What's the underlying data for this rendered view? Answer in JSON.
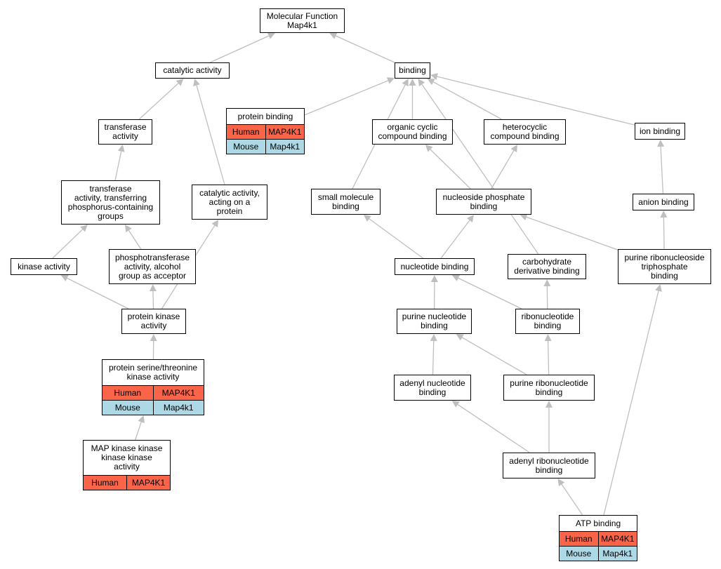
{
  "colors": {
    "edge": "#bfbfbf",
    "human": "#fa6448",
    "mouse": "#add8e6",
    "border": "#000000"
  },
  "nodes": {
    "mf": {
      "title": "Molecular Function\nMap4k1"
    },
    "catalytic": {
      "title": "catalytic activity"
    },
    "binding": {
      "title": "binding"
    },
    "protein_binding": {
      "title": "protein binding",
      "rows": [
        {
          "species": "Human",
          "gene": "MAP4K1"
        },
        {
          "species": "Mouse",
          "gene": "Map4k1"
        }
      ]
    },
    "transferase": {
      "title": "transferase\nactivity"
    },
    "organic_cyclic": {
      "title": "organic cyclic\ncompound binding"
    },
    "heterocyclic": {
      "title": "heterocyclic\ncompound binding"
    },
    "ion_binding": {
      "title": "ion binding"
    },
    "transferase_phos": {
      "title": "transferase\nactivity, transferring\nphosphorus-containing\ngroups"
    },
    "catalytic_protein": {
      "title": "catalytic activity,\nacting on a\nprotein"
    },
    "small_molecule": {
      "title": "small molecule\nbinding"
    },
    "nucleoside_phosphate": {
      "title": "nucleoside phosphate\nbinding"
    },
    "anion_binding": {
      "title": "anion binding"
    },
    "kinase_activity": {
      "title": "kinase activity"
    },
    "phosphotransferase": {
      "title": "phosphotransferase\nactivity, alcohol\ngroup as acceptor"
    },
    "nucleotide_binding": {
      "title": "nucleotide binding"
    },
    "carbohydrate": {
      "title": "carbohydrate\nderivative binding"
    },
    "purine_ribonucleoside_tp": {
      "title": "purine ribonucleoside\ntriphosphate\nbinding"
    },
    "protein_kinase": {
      "title": "protein kinase\nactivity"
    },
    "purine_nucleotide": {
      "title": "purine nucleotide\nbinding"
    },
    "ribonucleotide": {
      "title": "ribonucleotide\nbinding"
    },
    "ser_thr_kinase": {
      "title": "protein serine/threonine\nkinase activity",
      "rows": [
        {
          "species": "Human",
          "gene": "MAP4K1"
        },
        {
          "species": "Mouse",
          "gene": "Map4k1"
        }
      ]
    },
    "adenyl_nucleotide": {
      "title": "adenyl nucleotide\nbinding"
    },
    "purine_ribonucleotide": {
      "title": "purine ribonucleotide\nbinding"
    },
    "mapkkkk": {
      "title": "MAP kinase kinase\nkinase kinase\nactivity",
      "rows": [
        {
          "species": "Human",
          "gene": "MAP4K1"
        }
      ]
    },
    "adenyl_ribonucleotide": {
      "title": "adenyl ribonucleotide\nbinding"
    },
    "atp_binding": {
      "title": "ATP binding",
      "rows": [
        {
          "species": "Human",
          "gene": "MAP4K1"
        },
        {
          "species": "Mouse",
          "gene": "Map4k1"
        }
      ]
    }
  },
  "edges": [
    [
      "catalytic",
      "mf"
    ],
    [
      "binding",
      "mf"
    ],
    [
      "transferase",
      "catalytic"
    ],
    [
      "catalytic_protein",
      "catalytic"
    ],
    [
      "transferase_phos",
      "transferase"
    ],
    [
      "kinase_activity",
      "transferase_phos"
    ],
    [
      "phosphotransferase",
      "transferase_phos"
    ],
    [
      "protein_kinase",
      "kinase_activity"
    ],
    [
      "protein_kinase",
      "phosphotransferase"
    ],
    [
      "protein_kinase",
      "catalytic_protein"
    ],
    [
      "ser_thr_kinase",
      "protein_kinase"
    ],
    [
      "mapkkkk",
      "ser_thr_kinase"
    ],
    [
      "protein_binding",
      "binding"
    ],
    [
      "small_molecule",
      "binding"
    ],
    [
      "organic_cyclic",
      "binding"
    ],
    [
      "heterocyclic",
      "binding"
    ],
    [
      "carbohydrate",
      "binding"
    ],
    [
      "ion_binding",
      "binding"
    ],
    [
      "nucleoside_phosphate",
      "organic_cyclic"
    ],
    [
      "nucleoside_phosphate",
      "heterocyclic"
    ],
    [
      "anion_binding",
      "ion_binding"
    ],
    [
      "nucleotide_binding",
      "small_molecule"
    ],
    [
      "nucleotide_binding",
      "nucleoside_phosphate"
    ],
    [
      "purine_ribonucleoside_tp",
      "nucleoside_phosphate"
    ],
    [
      "purine_ribonucleoside_tp",
      "anion_binding"
    ],
    [
      "purine_nucleotide",
      "nucleotide_binding"
    ],
    [
      "ribonucleotide",
      "nucleotide_binding"
    ],
    [
      "ribonucleotide",
      "carbohydrate"
    ],
    [
      "adenyl_nucleotide",
      "purine_nucleotide"
    ],
    [
      "purine_ribonucleotide",
      "purine_nucleotide"
    ],
    [
      "purine_ribonucleotide",
      "ribonucleotide"
    ],
    [
      "adenyl_ribonucleotide",
      "adenyl_nucleotide"
    ],
    [
      "adenyl_ribonucleotide",
      "purine_ribonucleotide"
    ],
    [
      "atp_binding",
      "adenyl_ribonucleotide"
    ],
    [
      "atp_binding",
      "purine_ribonucleoside_tp"
    ]
  ]
}
